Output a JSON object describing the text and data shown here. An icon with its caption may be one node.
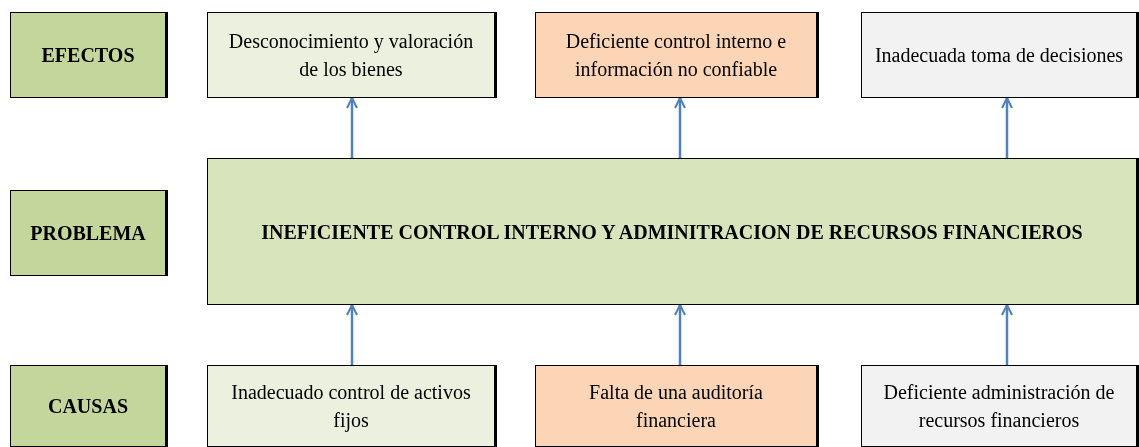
{
  "diagram": {
    "nodes": [
      {
        "text": [
          "EFECTOS"
        ]
      },
      {
        "text": [
          "Desconocimiento y valoración de los bienes"
        ]
      },
      {
        "text": [
          "Deficiente control interno e información no confiable"
        ]
      },
      {
        "text": [
          "Inadecuada toma de decisiones"
        ]
      },
      {
        "text": [
          "PROBLEMA"
        ]
      },
      {
        "text": [
          "INEFICIENTE CONTROL INTERNO Y ADMINITRACION DE RECURSOS FINANCIEROS"
        ]
      },
      {
        "text": [
          "CAUSAS"
        ]
      },
      {
        "text": [
          "Inadecuado control de activos fijos"
        ]
      },
      {
        "text": [
          "Falta de una auditoría financiera"
        ]
      },
      {
        "text": [
          "Deficiente administración de recursos financieros"
        ]
      }
    ],
    "edges": [
      {
        "from": 5,
        "to": 1,
        "arrow": "to"
      },
      {
        "from": 5,
        "to": 2,
        "arrow": "to"
      },
      {
        "from": 5,
        "to": 3,
        "arrow": "to"
      },
      {
        "from": 7,
        "to": 5,
        "arrow": "to"
      },
      {
        "from": 8,
        "to": 5,
        "arrow": "to"
      },
      {
        "from": 9,
        "to": 5,
        "arrow": "to"
      }
    ]
  }
}
